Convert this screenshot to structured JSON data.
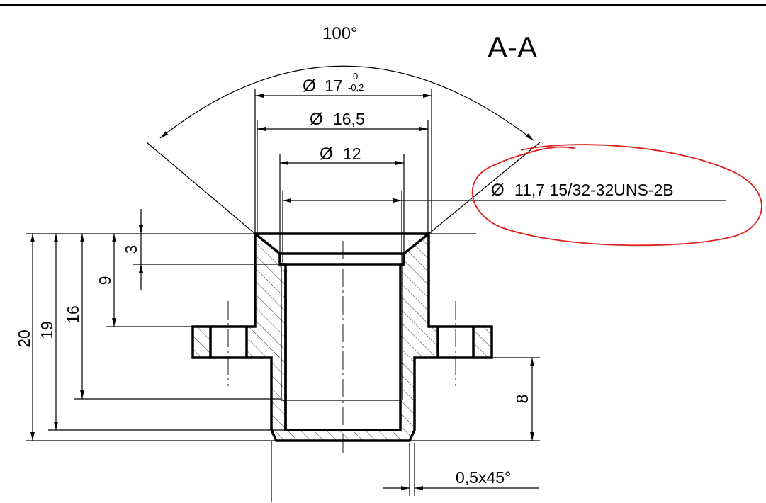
{
  "section_title": "A-A",
  "countersink_angle": "100°",
  "dimensions": {
    "dia_17": {
      "symbol": "Ø",
      "value": "17",
      "tol_upper": "0",
      "tol_lower": "-0,2"
    },
    "dia_16_5": {
      "symbol": "Ø",
      "value": "16,5"
    },
    "dia_12": {
      "symbol": "Ø",
      "value": "12"
    },
    "dia_thread": {
      "symbol": "Ø",
      "value": "11,7 15/32-32UNS-2B"
    },
    "height_20": "20",
    "height_19": "19",
    "height_16": "16",
    "depth_9": "9",
    "depth_3": "3",
    "height_8": "8",
    "chamfer": "0,5x45°"
  },
  "colors": {
    "line": "#000000",
    "markup": "#e0201c"
  }
}
